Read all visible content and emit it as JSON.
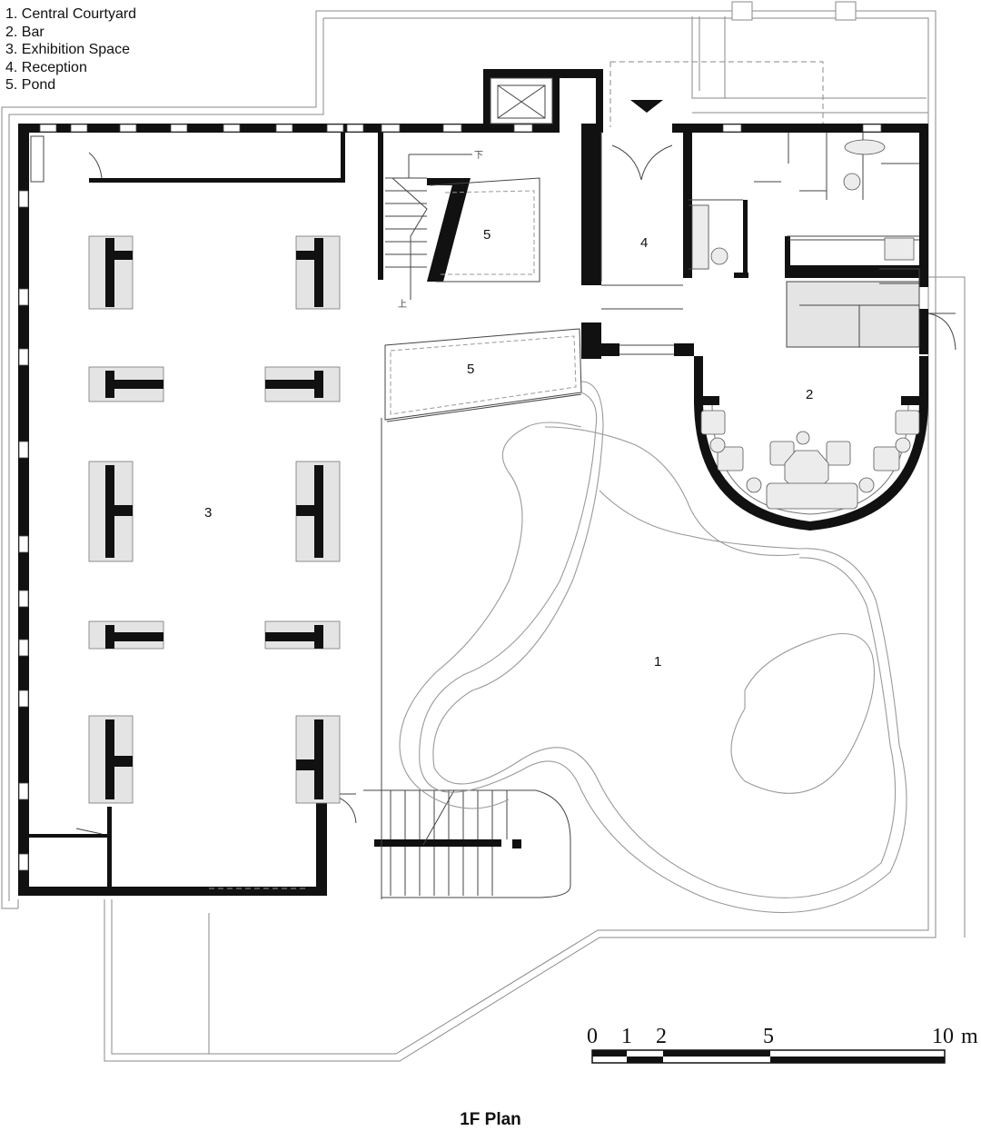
{
  "legend": [
    {
      "text": "1. Central Courtyard"
    },
    {
      "text": "2. Bar"
    },
    {
      "text": "3. Exhibition Space"
    },
    {
      "text": "4. Reception"
    },
    {
      "text": "5. Pond"
    }
  ],
  "rooms": [
    {
      "id": "central-courtyard",
      "number": "1"
    },
    {
      "id": "bar",
      "number": "2"
    },
    {
      "id": "exhibition-space",
      "number": "3"
    },
    {
      "id": "reception",
      "number": "4"
    },
    {
      "id": "pond-upper",
      "number": "5"
    },
    {
      "id": "pond-lower",
      "number": "5"
    }
  ],
  "stair_marks": {
    "down": "下",
    "up": "上"
  },
  "scale_bar": {
    "labels": [
      "0",
      "1",
      "2",
      "5",
      "10",
      "m"
    ]
  },
  "title": "1F Plan",
  "colors": {
    "wall": "#111111",
    "line": "#888888",
    "furniture_fill": "#e4e4e4"
  }
}
